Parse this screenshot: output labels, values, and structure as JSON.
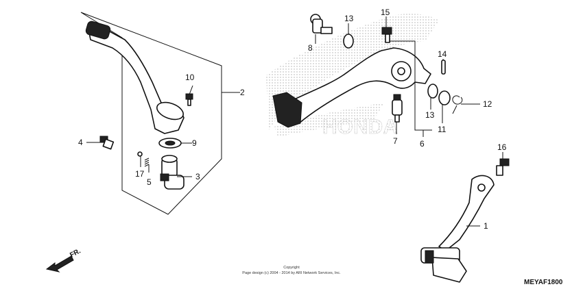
{
  "diagram": {
    "part_labels": [
      "1",
      "2",
      "3",
      "4",
      "5",
      "6",
      "7",
      "8",
      "9",
      "10",
      "11",
      "12",
      "13",
      "13",
      "14",
      "15",
      "16",
      "17"
    ],
    "direction_label": "FR.",
    "copyright_line1": "Copyright",
    "copyright_line2": "Page design (c) 2004 - 2014 by ARI Network Services, Inc.",
    "diagram_code": "MEYAF1800",
    "watermark": "HONDA"
  }
}
